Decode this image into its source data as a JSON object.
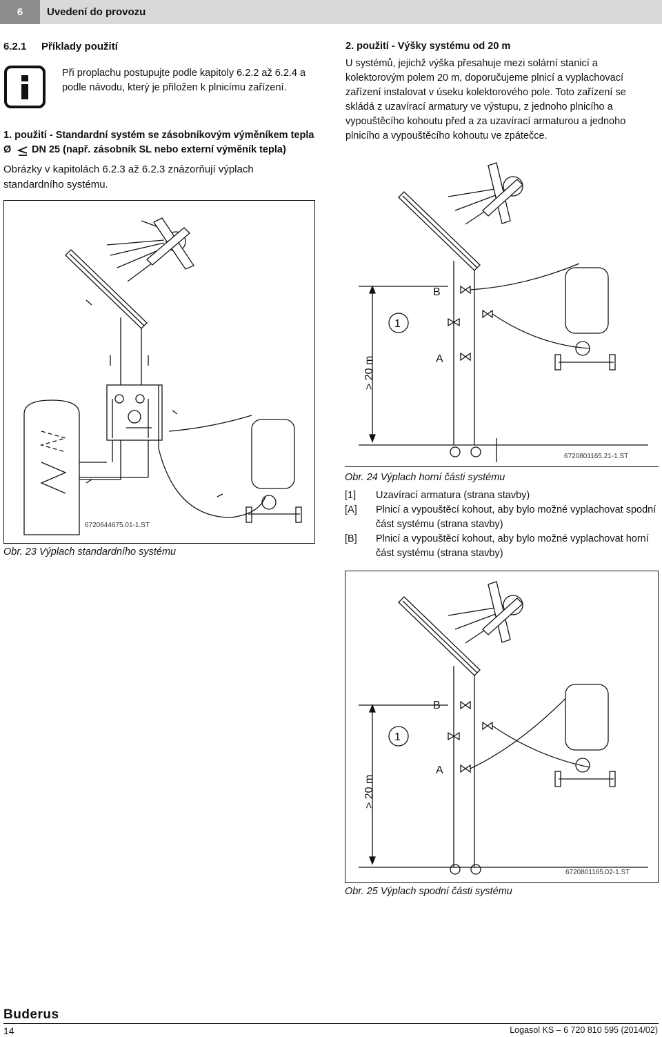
{
  "header": {
    "chapter_number": "6",
    "chapter_title": "Uvedení do provozu"
  },
  "section": {
    "number": "6.2.1",
    "title": "Příklady použití"
  },
  "info_note": "Při proplachu postupujte podle kapitoly 6.2.2 až 6.2.4 a podle návodu, který je přiložen k plnicímu zařízení.",
  "use1": {
    "heading_line1": "1. použití - Standardní systém se zásobníkovým výměníkem tepla",
    "heading_symbol": "Ø",
    "heading_line2": "DN 25 (např. zásobník SL nebo externí výměník tepla)",
    "text": "Obrázky v kapitolách 6.2.3 až 6.2.3 znázorňují výplach standardního systému."
  },
  "use2": {
    "heading": "2. použití - Výšky systému od 20 m",
    "text": "U systémů, jejichž výška přesahuje mezi solární stanicí a kolektorovým polem 20 m, doporučujeme plnicí a vyplachovací zařízení instalovat v úseku kolektorového pole. Toto zařízení se skládá z uzavírací armatury ve výstupu, z jednoho plnicího a vypouštěcího kohoutu před a za uzavírací armaturou a jednoho plnicího a vypouštěcího kohoutu ve zpátečce."
  },
  "fig23": {
    "ref": "6720644675.01-1.ST",
    "caption": "Obr. 23 Výplach standardního systému"
  },
  "fig24": {
    "ref": "6720801165.21-1.ST",
    "caption": "Obr. 24 Výplach horní části systému",
    "label_b": "B",
    "label_1": "1",
    "label_a": "A",
    "height_label": "> 20 m"
  },
  "legend": [
    {
      "key": "[1]",
      "text": "Uzavírací armatura (strana stavby)"
    },
    {
      "key": "[A]",
      "text": "Plnicí a vypouštěcí kohout, aby bylo možné vyplachovat spodní část systému (strana stavby)"
    },
    {
      "key": "[B]",
      "text": "Plnicí a vypouštěcí kohout, aby bylo možné vyplachovat horní část systému (strana stavby)"
    }
  ],
  "fig25": {
    "ref": "6720801165.02-1.ST",
    "caption": "Obr. 25 Výplach spodní části systému",
    "label_b": "B",
    "label_1": "1",
    "label_a": "A",
    "height_label": "> 20 m"
  },
  "footer": {
    "logo": "Buderus",
    "page_number": "14",
    "doc_ref": "Logasol KS – 6 720 810 595 (2014/02)"
  },
  "colors": {
    "header_bar": "#d9d9d9",
    "header_number_box": "#8c8c8c",
    "rule": "#111111"
  },
  "icons": {
    "info": "info-icon"
  }
}
